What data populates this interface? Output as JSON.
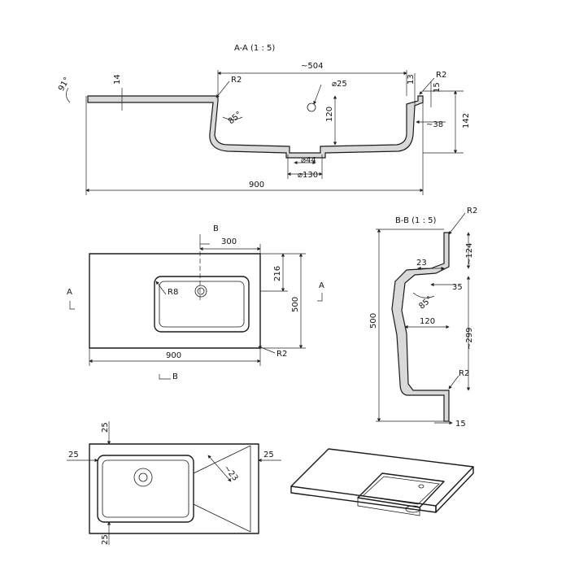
{
  "section_aa": {
    "title": "A-A  (1 : 5)",
    "angle_left": "91°",
    "thickness_14": "14",
    "r2": "R2",
    "width_504": "~504",
    "hole_25": "⌀25",
    "dim_13": "13",
    "r2_right": "R2",
    "dim_15": "15",
    "angle_85": "85°",
    "depth_120": "120",
    "dim_38": "~38",
    "height_142": "142",
    "drain_44": "⌀44",
    "drain_130": "⌀130",
    "total_900": "900"
  },
  "plan_view": {
    "marker_b_top": "B",
    "dim_300": "300",
    "dim_216": "216",
    "r8": "R8",
    "dim_500": "500",
    "marker_a_left": "A",
    "marker_a_right": "A",
    "total_900": "900",
    "r2": "R2",
    "marker_b_bottom": "B"
  },
  "section_bb": {
    "title": "B-B  (1 : 5)",
    "r2_top": "R2",
    "dim_124": "~124",
    "dim_23": "23",
    "dim_35": "35",
    "angle_85": "85°",
    "dim_120": "120",
    "dim_500": "500",
    "dim_299": "~299",
    "r2_bottom": "R2",
    "dim_15": "15"
  },
  "bottom_view": {
    "dim_25_top": "25",
    "dim_25_left": "25",
    "dim_25_right": "25",
    "dim_23": "~23",
    "dim_25_bottom": "25"
  }
}
